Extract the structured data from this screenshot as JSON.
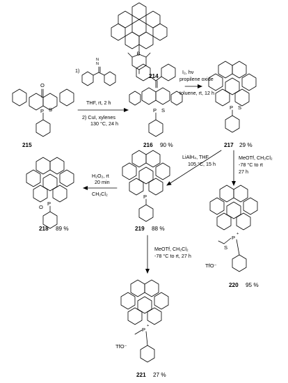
{
  "compounds": {
    "c214": {
      "label": "214"
    },
    "c215": {
      "label": "215"
    },
    "c216": {
      "label": "216",
      "yield": "90 %"
    },
    "c217": {
      "label": "217",
      "yield": "29 %"
    },
    "c218": {
      "label": "218",
      "yield": "89 %"
    },
    "c219": {
      "label": "219",
      "yield": "88 %"
    },
    "c220": {
      "label": "220",
      "yield": "95 %"
    },
    "c221": {
      "label": "221",
      "yield": "27 %"
    }
  },
  "atoms": {
    "boron": "B",
    "oxygen": "O",
    "phosphorus": "P",
    "sulfur": "S",
    "nitrogen": "N",
    "plus": "+",
    "triflate": "TfO⁻"
  },
  "conditions": {
    "step1": {
      "line1": "1)",
      "line2": "THF, rt, 2 h",
      "line3": "2) CuI, xylenes",
      "line4": "130 °C, 24 h"
    },
    "step2": {
      "line1": "I₂, hν",
      "line2": "propilene oxide",
      "line3": "toluene, rt, 12 h"
    },
    "step3": {
      "line1": "LiAlH₄, THF",
      "line2": "105 °C, 15 h"
    },
    "step4": {
      "line1": "MeOTf, CH₂Cl₂",
      "line2": "-78 °C to rt",
      "line3": "27 h"
    },
    "step5": {
      "line1": "H₂O₂, rt",
      "line2": "20 min",
      "line3": "CH₂Cl₂"
    },
    "step6": {
      "line1": "MeOTf, CH₂Cl₂",
      "line2": "-78 °C to rt, 27 h"
    }
  }
}
